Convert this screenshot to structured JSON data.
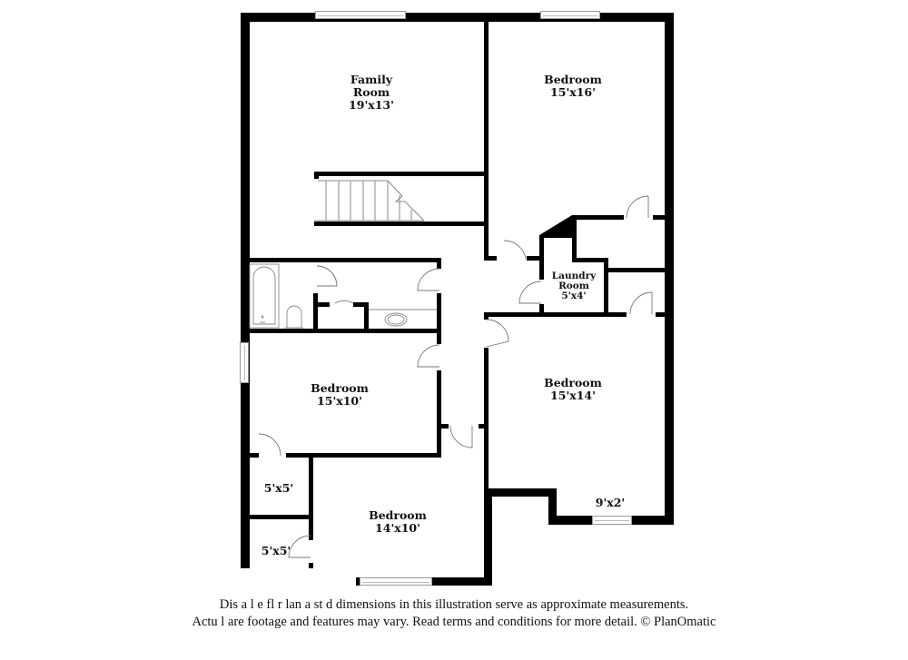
{
  "floorplan": {
    "rooms": [
      {
        "id": "family-room",
        "name": "Family Room",
        "name_line1": "Family",
        "name_line2": "Room",
        "dimensions": "19'x13'"
      },
      {
        "id": "bedroom-ne",
        "name": "Bedroom",
        "dimensions": "15'x16'"
      },
      {
        "id": "laundry-room",
        "name": "Laundry Room",
        "name_line1": "Laundry",
        "name_line2": "Room",
        "dimensions": "5'x4'"
      },
      {
        "id": "bedroom-w",
        "name": "Bedroom",
        "dimensions": "15'x10'"
      },
      {
        "id": "bedroom-e",
        "name": "Bedroom",
        "dimensions": "15'x14'"
      },
      {
        "id": "closet-upper",
        "name": "",
        "dimensions": "5'x5'"
      },
      {
        "id": "closet-lower",
        "name": "",
        "dimensions": "5'x5'"
      },
      {
        "id": "bedroom-sw",
        "name": "Bedroom",
        "dimensions": "14'x10'"
      },
      {
        "id": "nook",
        "name": "",
        "dimensions": "9'x2'"
      }
    ],
    "colors": {
      "wall": "#000000",
      "background": "#ffffff",
      "fixture_line": "#888888",
      "text": "#111111"
    }
  },
  "disclaimer": {
    "line1": "Dis  a    l  e fl  r  lan a   st   d dimensions in this illustration serve as approximate measurements.",
    "line2": "Actu   l  are footage and features may vary. Read terms and conditions for more detail. © PlanOmatic"
  }
}
